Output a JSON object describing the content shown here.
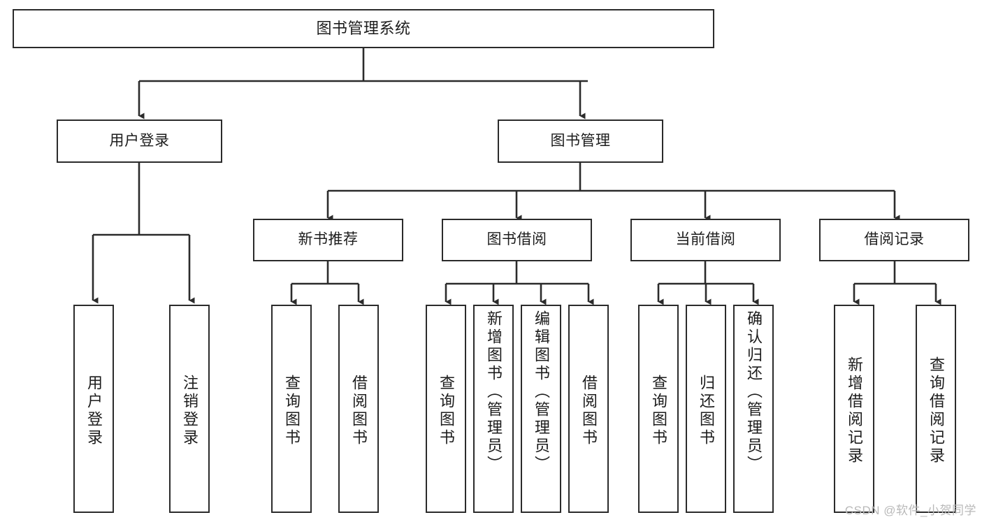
{
  "diagram": {
    "title": "图书管理系统",
    "type": "tree-hierarchy",
    "orientation": "top-down",
    "root": {
      "label": "图书管理系统"
    },
    "level2": [
      {
        "label": "用户登录"
      },
      {
        "label": "图书管理"
      }
    ],
    "level3": [
      {
        "label": "新书推荐"
      },
      {
        "label": "图书借阅"
      },
      {
        "label": "当前借阅"
      },
      {
        "label": "借阅记录"
      }
    ],
    "leaves": {
      "user_login": [
        {
          "label": "用户登录"
        },
        {
          "label": "注销登录"
        }
      ],
      "new_book_recommend": [
        {
          "label": "查询图书"
        },
        {
          "label": "借阅图书"
        }
      ],
      "book_borrow": [
        {
          "label": "查询图书"
        },
        {
          "label": "新增图书（管理员）"
        },
        {
          "label": "编辑图书（管理员）"
        },
        {
          "label": "借阅图书"
        }
      ],
      "current_borrow": [
        {
          "label": "查询图书"
        },
        {
          "label": "归还图书"
        },
        {
          "label": "确认归还（管理员）"
        }
      ],
      "borrow_record": [
        {
          "label": "新增借阅记录"
        },
        {
          "label": "查询借阅记录"
        }
      ]
    }
  },
  "watermark": {
    "text": "CSDN @软件_小贺同学"
  },
  "colors": {
    "stroke": "#2b2b2b",
    "fill": "#ffffff",
    "text": "#1c1c1c",
    "watermark": "#b9b9b9"
  }
}
